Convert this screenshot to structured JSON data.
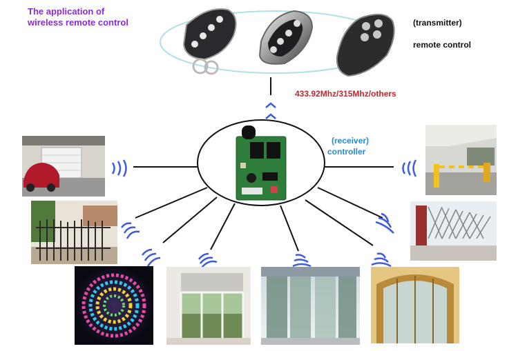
{
  "title_line1": "The application of",
  "title_line2": "wireless remote control",
  "transmitter_label": "(transmitter)",
  "remote_label": "remote control",
  "frequency_label": "433.92Mhz/315Mhz/others",
  "receiver_label_line1": "(receiver)",
  "receiver_label_line2": "controller",
  "colors": {
    "title": "#8a2bd6",
    "frequency": "#c0282e",
    "receiver": "#2a8ad0",
    "signal_waves": "#3d5ae0",
    "transmitter_ring": "#aee0e8"
  },
  "applications": [
    {
      "icon": "garage-door-icon"
    },
    {
      "icon": "gate-icon"
    },
    {
      "icon": "led-strip-icon"
    },
    {
      "icon": "window-curtain-icon"
    },
    {
      "icon": "sliding-glass-door-icon"
    },
    {
      "icon": "revolving-door-icon"
    },
    {
      "icon": "retractable-gate-icon"
    },
    {
      "icon": "parking-barrier-icon"
    }
  ]
}
